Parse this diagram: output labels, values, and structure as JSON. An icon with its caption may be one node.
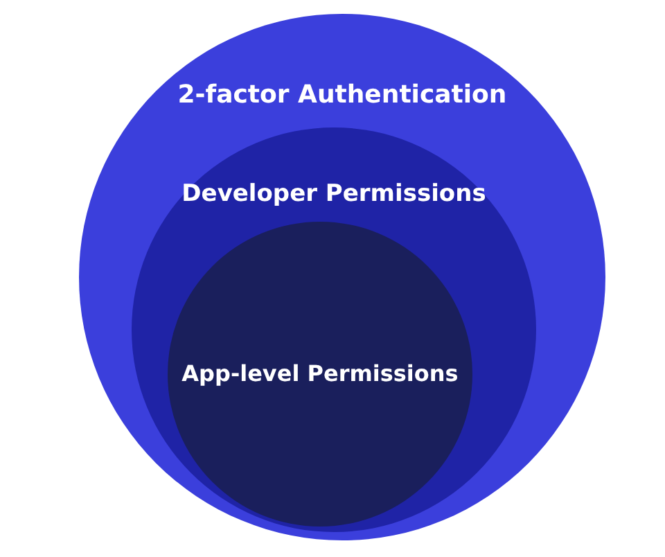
{
  "diagram": {
    "nodes": [
      {
        "text": [
          "2-factor Authentication"
        ]
      },
      {
        "text": [
          "Developer Permissions"
        ],
        "in": 0
      },
      {
        "text": [
          "App-level Permissions"
        ],
        "in": 1
      }
    ]
  }
}
